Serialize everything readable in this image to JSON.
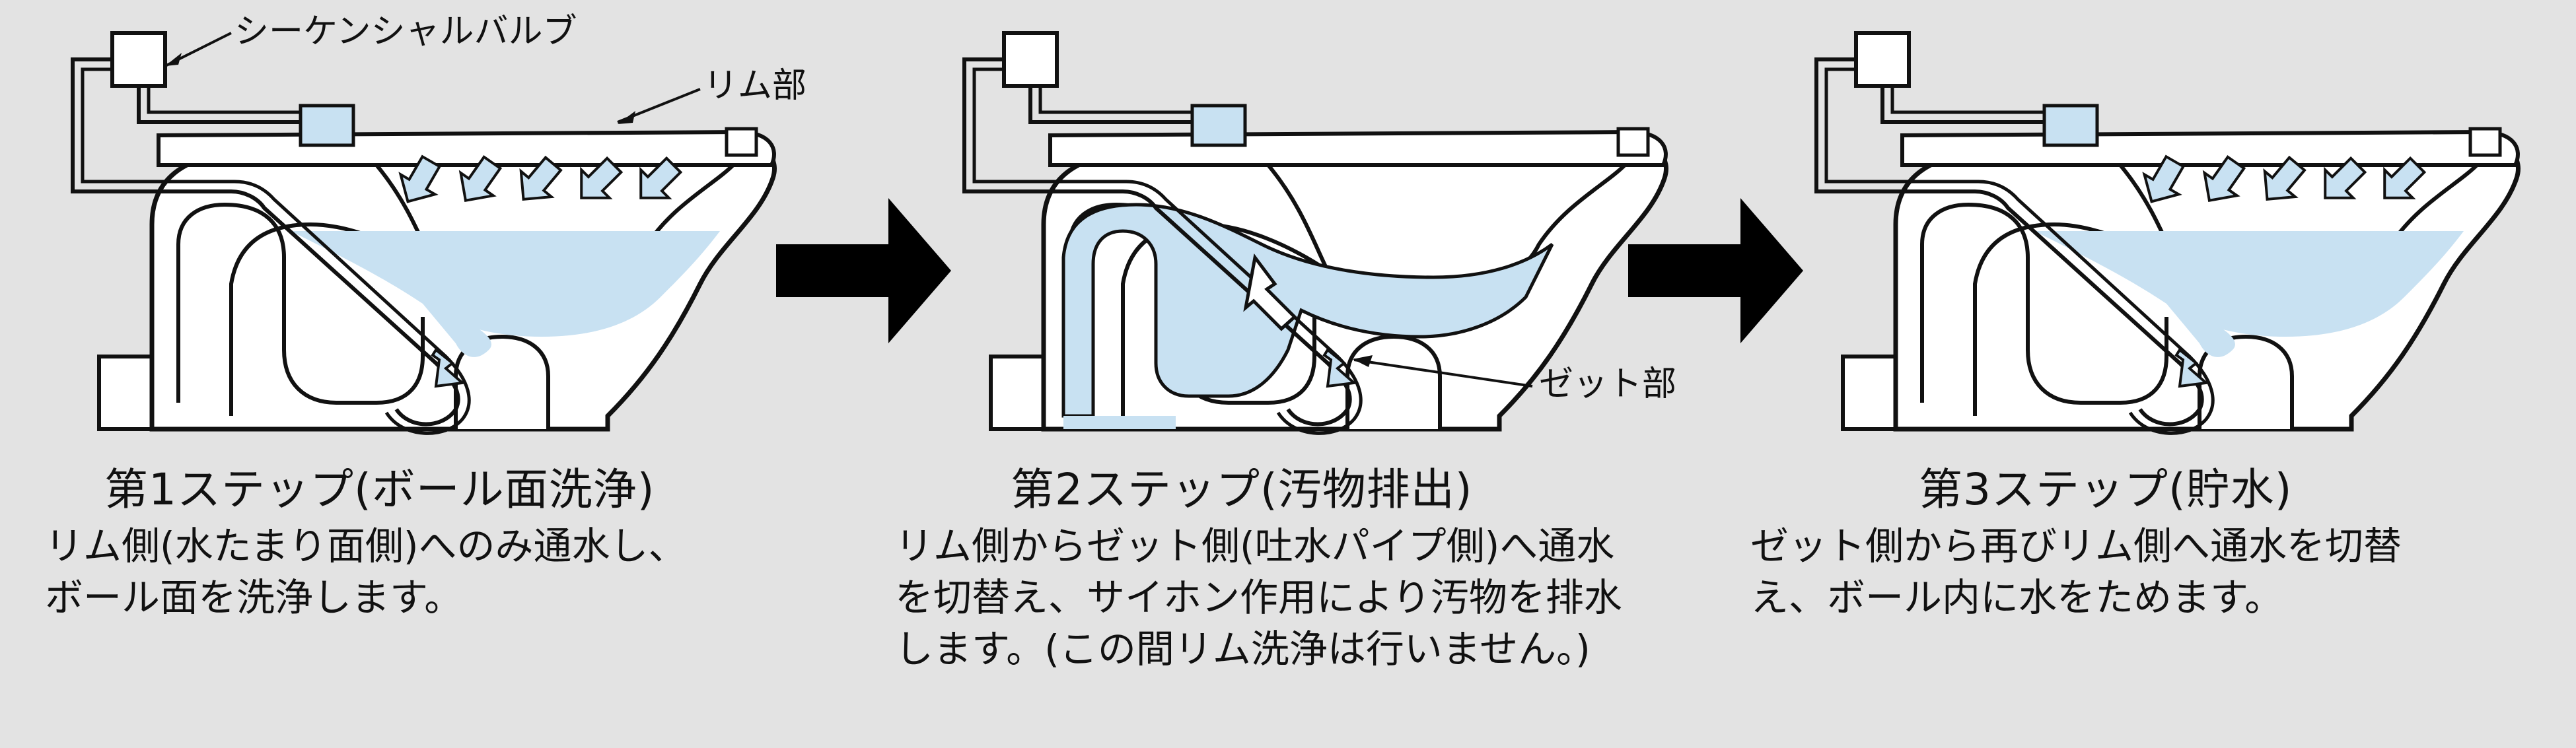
{
  "callouts": {
    "sequential_valve": "シーケンシャルバルブ",
    "rim": "リム部",
    "jet": "ゼット部"
  },
  "steps": [
    {
      "title": "第1ステップ(ボール面洗浄)",
      "description": "リム側(水たまり面側)へのみ通水し、\nボール面を洗浄します。"
    },
    {
      "title": "第2ステップ(汚物排出)",
      "description": "リム側からゼット側(吐水パイプ側)へ通水\nを切替え、サイホン作用により汚物を排水\nします。(この間リム洗浄は行いません。)"
    },
    {
      "title": "第3ステップ(貯水)",
      "description": "ゼット側から再びリム側へ通水を切替\nえ、ボール内に水をためます。"
    }
  ],
  "colors": {
    "background": "#e3e3e3",
    "water": "#c8e1f2",
    "outline": "#111111",
    "arrow": "#000000"
  }
}
